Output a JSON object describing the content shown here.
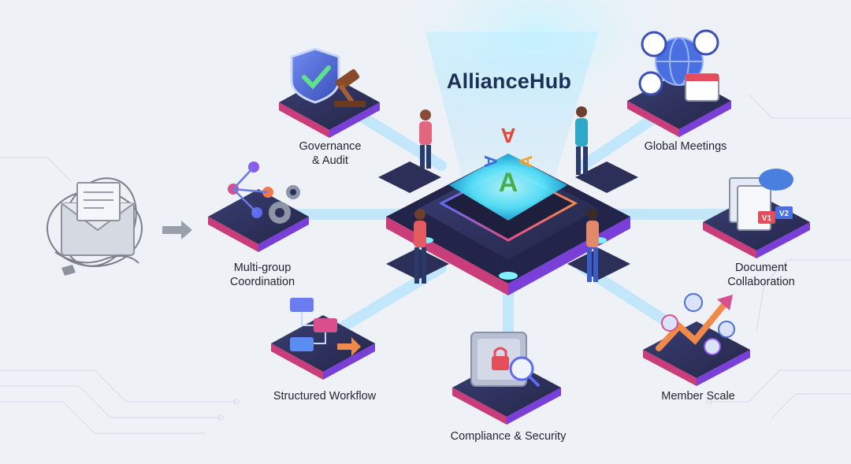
{
  "brand": "AllianceHub",
  "hub_logo": "A",
  "input": {
    "icon": "tangled-envelope-icon",
    "arrow_icon": "arrow-right-icon"
  },
  "nodes": {
    "governance": {
      "line1": "Governance",
      "line2": "& Audit",
      "icon": "shield-gavel-icon"
    },
    "multigroup": {
      "line1": "Multi-group",
      "line2": "Coordination",
      "icon": "network-gears-icon"
    },
    "workflow": {
      "line1": "Structured Workflow",
      "icon": "flowchart-icon"
    },
    "compliance": {
      "line1": "Compliance & Security",
      "icon": "safe-lock-icon"
    },
    "meetings": {
      "line1": "Global Meetings",
      "icon": "globe-clocks-icon"
    },
    "document": {
      "line1": "Document",
      "line2": "Collaboration",
      "icon": "document-versions-icon",
      "v1": "V1",
      "v2": "V2"
    },
    "member": {
      "line1": "Member Scale",
      "icon": "growth-people-icon"
    }
  },
  "colors": {
    "background": "#eef1f6",
    "platform_top": "#2c2f57",
    "platform_edge": "#e84f86",
    "glow": "#58e6ff",
    "beam": "#7fd7ff",
    "text": "#22262e",
    "brand": "#1c2f55"
  }
}
